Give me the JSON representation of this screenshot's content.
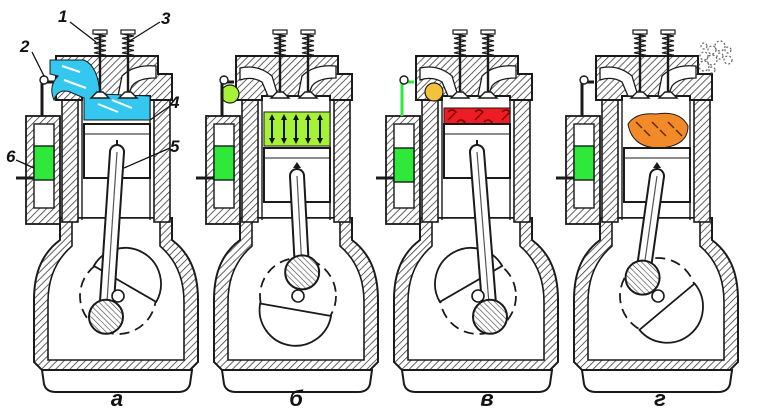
{
  "stages": [
    {
      "id": "intake",
      "caption": "а",
      "gas_color": "#34c7ef",
      "piston_dir": "down",
      "crank_angle": 120
    },
    {
      "id": "compression",
      "caption": "б",
      "gas_color": "#a6f236",
      "piston_dir": "up",
      "crank_angle": -80
    },
    {
      "id": "power",
      "caption": "в",
      "gas_color": "#ee1c24",
      "piston_dir": "down",
      "crank_angle": 60
    },
    {
      "id": "exhaust",
      "caption": "г",
      "gas_color": "#f28a2a",
      "piston_dir": "up",
      "crank_angle": -130
    }
  ],
  "part_labels": [
    "1",
    "2",
    "3",
    "4",
    "5",
    "6"
  ],
  "colors": {
    "pump_plunger": "#2ee83a",
    "outline": "#1a1a1a",
    "hatch": "#3a3a3a"
  },
  "icons": [
    "cylinder-icon",
    "piston-icon",
    "valve-icon",
    "crankshaft-icon",
    "fuel-pump-icon",
    "injector-icon",
    "exhaust-smoke-icon"
  ]
}
